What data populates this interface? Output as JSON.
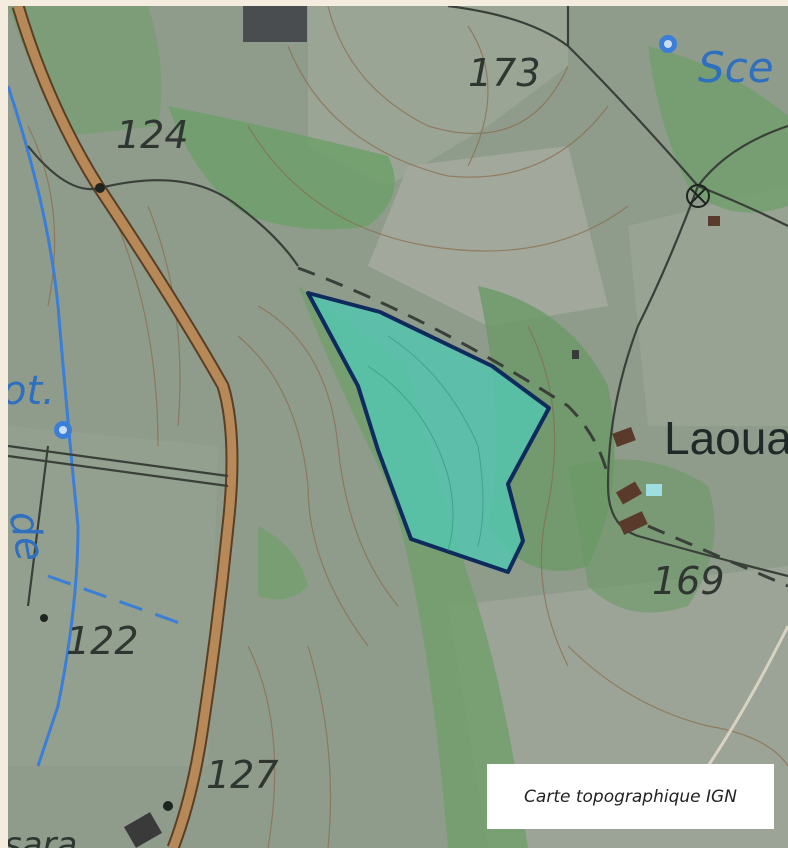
{
  "map": {
    "contour_labels": [
      "173",
      "124",
      "122",
      "127",
      "169"
    ],
    "place_labels": [
      "Laoua",
      "Sce"
    ],
    "water_labels": [
      "ot.",
      "de"
    ],
    "partial_labels": [
      "sara"
    ],
    "parcel_color": "#55c6ae",
    "parcel_outline": "#0f2b5e",
    "road_color": "#b88958",
    "stream_color": "#3a7ed8",
    "vegetation_color": "#6f9f6a"
  },
  "caption": {
    "text": "Carte topographique IGN"
  }
}
